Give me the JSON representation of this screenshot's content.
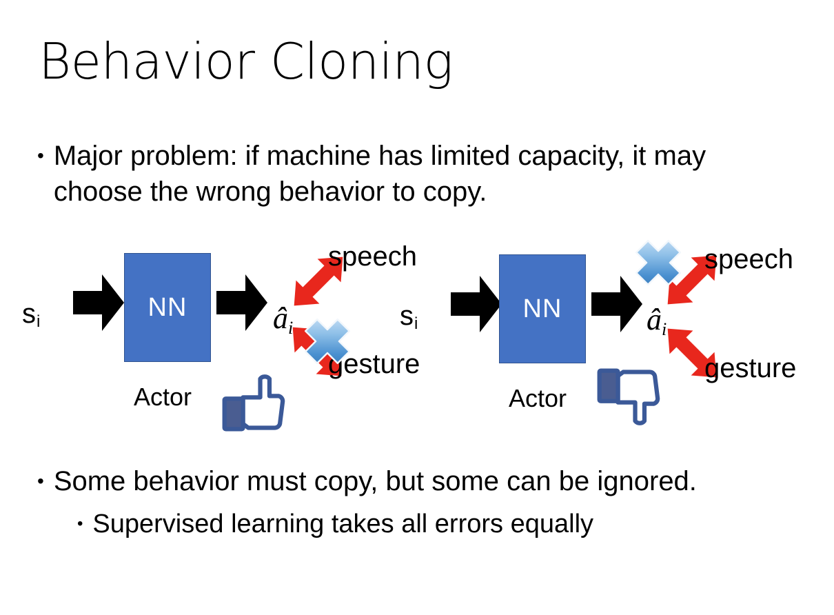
{
  "slide": {
    "title": "Behavior Cloning",
    "background_color": "#FFFFFF",
    "bullets": [
      {
        "id": "bullet-1",
        "level": 1,
        "marker": "•",
        "text": "Major problem: if machine has limited capacity, it may choose the wrong behavior to copy."
      },
      {
        "id": "bullet-2",
        "level": 1,
        "marker": "•",
        "text": "Some behavior must copy, but some can be ignored."
      },
      {
        "id": "bullet-3",
        "level": 2,
        "marker": "•",
        "text": "Supervised learning takes all errors equally"
      }
    ]
  },
  "colors": {
    "nn_fill": "#4472C4",
    "nn_border": "#2F528F",
    "arrow_black": "#000000",
    "arrow_red": "#E8271D",
    "x_blue_light": "#CFE2F7",
    "x_blue_mid": "#5B9BD5",
    "x_blue_dark": "#2E75B6",
    "thumb_outline": "#3B5998",
    "thumb_fill": "#FFFFFF",
    "thumb_cuff": "#4A5D91",
    "text": "#000000"
  },
  "diagrams": [
    {
      "id": "diagram-left",
      "input_label": "s",
      "input_subscript": "i",
      "network_label": "NN",
      "network_caption": "Actor",
      "output_label": "a",
      "output_subscript": "i",
      "output_has_hat": true,
      "branches": [
        {
          "name": "speech",
          "label": "speech",
          "direction": "up-right",
          "crossed_out": false
        },
        {
          "name": "gesture",
          "label": "gesture",
          "direction": "down-right",
          "crossed_out": true
        }
      ],
      "verdict_icon": "thumbs-up-icon",
      "verdict": "good"
    },
    {
      "id": "diagram-right",
      "input_label": "s",
      "input_subscript": "i",
      "network_label": "NN",
      "network_caption": "Actor",
      "output_label": "a",
      "output_subscript": "i",
      "output_has_hat": true,
      "branches": [
        {
          "name": "speech",
          "label": "speech",
          "direction": "up-right",
          "crossed_out": true
        },
        {
          "name": "gesture",
          "label": "gesture",
          "direction": "down-right",
          "crossed_out": false
        }
      ],
      "verdict_icon": "thumbs-down-icon",
      "verdict": "bad"
    }
  ]
}
